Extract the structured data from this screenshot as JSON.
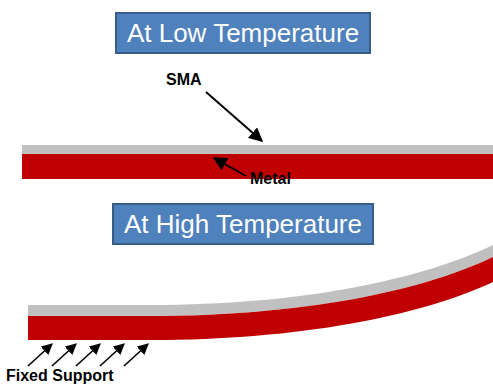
{
  "diagram": {
    "nodes": [
      {
        "text": [
          "At Low Temperature"
        ]
      },
      {
        "text": [
          "At High Temperature"
        ]
      }
    ],
    "labels": [
      "SMA",
      "Metal",
      "Fixed Support"
    ]
  }
}
